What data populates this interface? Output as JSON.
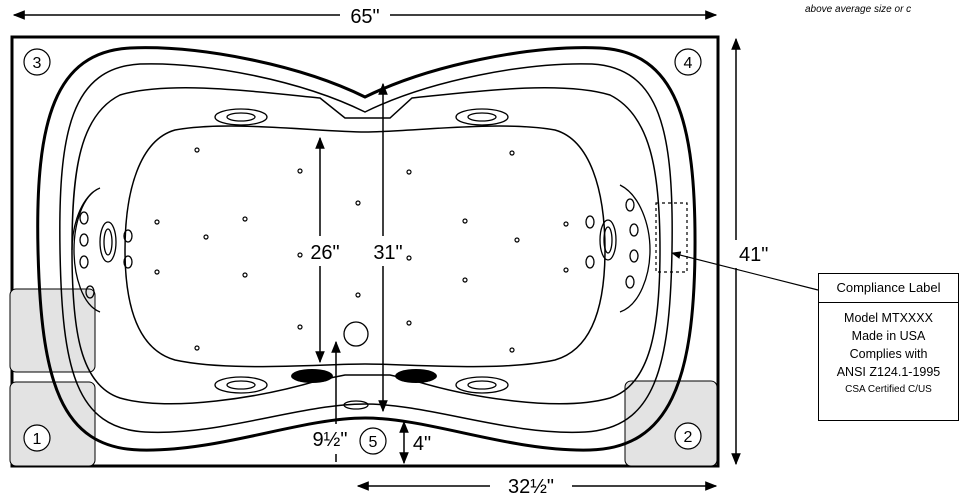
{
  "dimensions": {
    "length": "65\"",
    "width": "41\"",
    "bath_well_width": "26\"",
    "center_width": "31\"",
    "drain_to_edge": "9½\"",
    "rim_depth": "4\"",
    "drain_offset": "32½\""
  },
  "note": "above average size or c",
  "corner_markers": [
    "1",
    "2",
    "3",
    "4",
    "5"
  ],
  "compliance_label": {
    "title": "Compliance Label",
    "lines": [
      "Model MTXXXX",
      "Made in USA",
      "Complies with",
      "ANSI Z124.1-1995"
    ],
    "certification": "CSA Certified C/US"
  }
}
